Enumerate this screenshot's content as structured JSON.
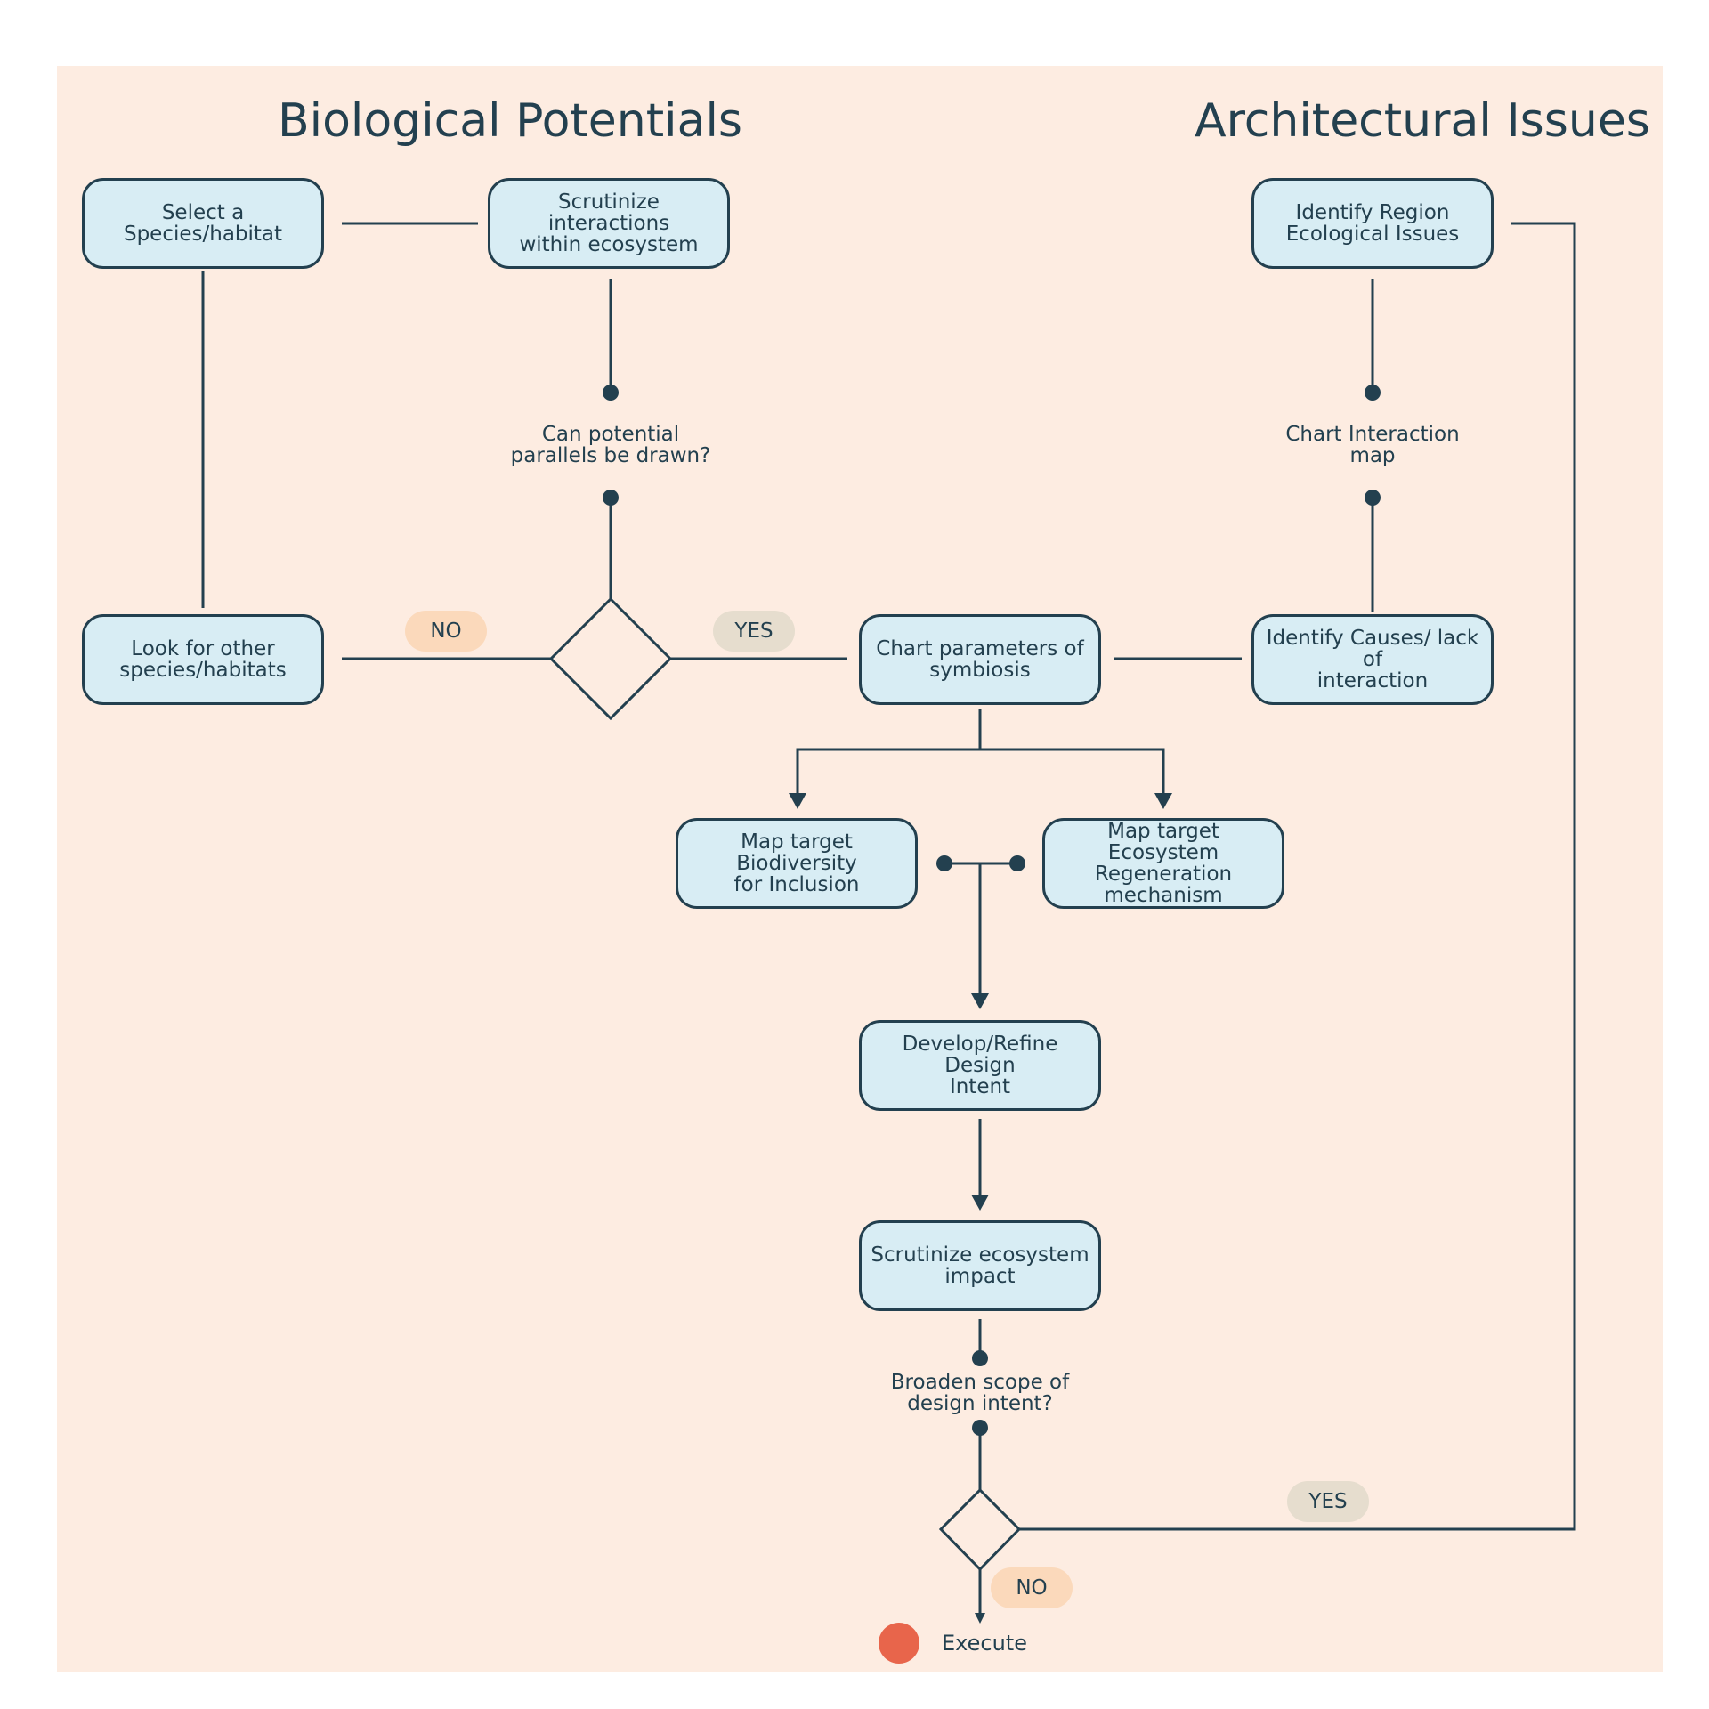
{
  "headings": {
    "left": "Biological Potentials",
    "right": "Architectural Issues"
  },
  "nodes": {
    "select_species": "Select a\nSpecies/habitat",
    "scrutinize_interactions": "Scrutinize interactions\nwithin ecosystem",
    "identify_region": "Identify Region\nEcological Issues",
    "look_other": "Look for other\nspecies/habitats",
    "chart_parameters": "Chart parameters of\nsymbiosis",
    "identify_causes": "Identify Causes/ lack of\ninteraction",
    "map_biodiversity": "Map target Biodiversity\nfor Inclusion",
    "map_ecosystem": "Map target Ecosystem\nRegeneration\nmechanism",
    "develop_design": "Develop/Refine Design\nIntent",
    "scrutinize_impact": "Scrutinize ecosystem\nimpact"
  },
  "questions": {
    "parallels": "Can potential\nparallels be drawn?",
    "interaction_map": "Chart Interaction\nmap",
    "broaden": "Broaden scope of\ndesign intent?"
  },
  "pills": {
    "no_top": "NO",
    "yes_top": "YES",
    "yes_bottom": "YES",
    "no_bottom": "NO"
  },
  "end": {
    "label": "Execute"
  },
  "colors": {
    "background": "#fdece1",
    "node_fill": "#d8edf4",
    "stroke": "#23404f",
    "no_pill": "#fbd9bb",
    "yes_pill": "#e6ddce",
    "end_dot": "#e8654b"
  }
}
